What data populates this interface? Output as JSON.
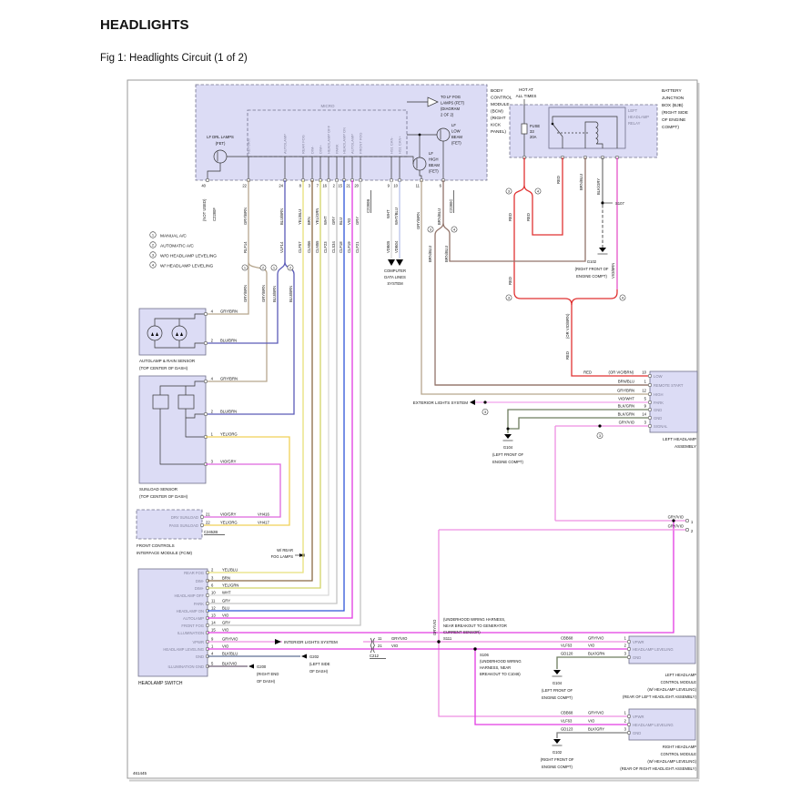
{
  "page": {
    "title": "HEADLIGHTS",
    "subtitle": "Fig 1: Headlights Circuit (1 of 2)",
    "diagram_id": "461445"
  },
  "colors": {
    "red": "#e03232",
    "gry_brn": "#b6a68e",
    "blu_brn": "#5b5bb8",
    "yel_blu": "#e8e07a",
    "brn": "#8a6a45",
    "yel_grn": "#d2d468",
    "wht": "#d9d9d9",
    "gry": "#c3c3c3",
    "blu": "#2f55d8",
    "vio": "#e23ae2",
    "gry_vio": "#ee8fe2",
    "wht_blu": "#b9c2ea",
    "brn_blu": "#92746a",
    "blk_gry": "#7d7d7d",
    "vio_brn": "#e455c8",
    "blk_grn": "#6e7d5f",
    "blk_blu": "#5f6f94",
    "blk_vio": "#6f5f75",
    "vio_wht": "#f2a2ec",
    "yel_org": "#f0d157",
    "vio_gry": "#dd66dd",
    "component_fill": "#dcdcf5"
  },
  "legend": {
    "items": [
      {
        "n": "1",
        "label": "MANUAL A/C"
      },
      {
        "n": "2",
        "label": "AUTOMATIC A/C"
      },
      {
        "n": "3",
        "label": "W/O HEADLAMP LEVELING"
      },
      {
        "n": "4",
        "label": "W/ HEADLAMP LEVELING"
      }
    ]
  },
  "markers": {
    "m1": "1",
    "m2": "2",
    "m3": "3",
    "m4": "4"
  },
  "wn": {
    "grybrn": "GRY/BRN",
    "blubrn": "BLU/BRN",
    "yelblu": "YEL/BLU",
    "brn": "BRN",
    "yelgrn": "YEL/GRN",
    "wht": "WHT",
    "gry": "GRY",
    "blu": "BLU",
    "vio": "VIO",
    "gryvio": "GRY/VIO",
    "whtblu": "WHT/BLU",
    "brnblu": "BRN/BLU",
    "blkgry": "BLK/GRY",
    "viobrn": "VIO/BRN",
    "red": "RED",
    "or_viobrn": "(OR VIO/BRN)",
    "notused": "(NOT USED)"
  },
  "circuits": {
    "rlf14": "RLF14",
    "vlf14": "VLF14",
    "clf57": "CLF57",
    "clm56": "CLM56",
    "clm55": "CLM55",
    "clf23": "CLF23",
    "cls34": "CLS34",
    "clf18": "CLF18",
    "clf19": "CLF19",
    "clf21": "CLF21",
    "vdb05": "VDB05",
    "vdb04": "VDB04"
  },
  "connectors": {
    "c2280f": "C2280F",
    "c2280b": "C2280B",
    "c2280c": "C2280C",
    "c2452b": "C2452B",
    "c212": "C212"
  },
  "bcm": {
    "name": [
      "BODY",
      "CONTROL",
      "MODULE",
      "(BCM)",
      "(RIGHT",
      "KICK",
      "PANEL)"
    ],
    "micro": "MICRO",
    "drl": [
      "LF DRL LAMPS",
      "(FET)"
    ],
    "fog": [
      "TO LF FOG",
      "LAMPS (FET)",
      "(DIAGRAM",
      "2 OF 2)"
    ],
    "low": [
      "LF",
      "LOW",
      "BEAM",
      "(FET)"
    ],
    "high": [
      "LF",
      "HIGH",
      "BEAM",
      "(FET)"
    ],
    "micro_pins": [
      "RETURN",
      "AUTOLAMP",
      "REAR FOG",
      "DIM-",
      "DIM+",
      "HEADLAMP OFF",
      "PARK",
      "HEADLAMP ON",
      "AUTOLAMP",
      "FRONT FOG",
      "HS1 CAN-",
      "HS1 CAN+"
    ],
    "pin_nums": [
      "40",
      "22",
      "24",
      "8",
      "3",
      "7",
      "16",
      "2",
      "15",
      "21",
      "20",
      "9",
      "10",
      "11",
      "6"
    ]
  },
  "bjb": {
    "hot": [
      "HOT AT",
      "ALL TIMES"
    ],
    "fuse": [
      "FUSE",
      "33",
      "20A"
    ],
    "relay": [
      "LEFT",
      "HEADLAMP",
      "RELAY"
    ],
    "name": [
      "BATTERY",
      "JUNCTION",
      "BOX (BJB)",
      "(RIGHT SIDE",
      "OF ENGINE",
      "COMPT)"
    ]
  },
  "splices": {
    "s107": "S107",
    "s111": "S111",
    "s106": "S106",
    "s111_note": [
      "(UNDERHOOD WIRING HARNESS,",
      "NEAR BREAKOUT TO GENERATOR",
      "CURRENT SENSOR)"
    ],
    "s106_note": [
      "(UNDERHOOD WIRING",
      "HARNESS, NEAR",
      "BREAKOUT TO C1046)"
    ]
  },
  "grounds": {
    "g102": [
      "G102",
      "(RIGHT FRONT OF",
      "ENGINE COMPT)"
    ],
    "g104": [
      "G104",
      "(LEFT FRONT OF",
      "ENGINE COMPT)"
    ],
    "g200": [
      "G200",
      "(RIGHT END",
      "OF DASH)"
    ],
    "g202": [
      "G202",
      "(LEFT SIDE",
      "OF DASH)"
    ]
  },
  "systems": {
    "computer": [
      "COMPUTER",
      "DATA LINES",
      "SYSTEM"
    ],
    "interior": "INTERIOR LIGHTS SYSTEM",
    "exterior": "EXTERIOR LIGHTS SYSTEM",
    "rear_fog": [
      "W/ REAR",
      "FOG LAMPS"
    ]
  },
  "rain": {
    "name": [
      "AUTOLAMP & RAIN SENSOR",
      "(TOP CENTER OF DASH)"
    ],
    "pins": [
      {
        "num": "4",
        "color": "GRY/BRN"
      },
      {
        "num": "2",
        "color": "BLU/BRN"
      }
    ]
  },
  "sunload": {
    "name": [
      "SUNLOAD SENSOR",
      "(TOP CENTER OF DASH)"
    ],
    "pins": [
      {
        "num": "4",
        "color": "GRY/BRN"
      },
      {
        "num": "2",
        "color": "BLU/BRN"
      },
      {
        "num": "1",
        "color": "YEL/ORG"
      },
      {
        "num": "3",
        "color": "VIO/GRY"
      }
    ]
  },
  "fcim": {
    "rows": [
      {
        "label": "DRV SUNLOAD",
        "num": "21",
        "color": "VIO/GRY",
        "circuit": "VH416"
      },
      {
        "label": "PASS SUNLOAD",
        "num": "22",
        "color": "YEL/ORG",
        "circuit": "VH417"
      }
    ],
    "name": [
      "FRONT CONTROLS",
      "INTERFACE MODULE (FCIM)"
    ]
  },
  "hswitch": {
    "rows": [
      {
        "label": "REAR FOG",
        "num": "2",
        "color": "YEL/BLU"
      },
      {
        "label": "DIM-",
        "num": "3",
        "color": "BRN"
      },
      {
        "label": "DIM+",
        "num": "6",
        "color": "YEL/GRN"
      },
      {
        "label": "HEADLAMP OFF",
        "num": "10",
        "color": "WHT"
      },
      {
        "label": "PARK",
        "num": "11",
        "color": "GRY"
      },
      {
        "label": "HEADLAMP ON",
        "num": "12",
        "color": "BLU"
      },
      {
        "label": "AUTOLAMP",
        "num": "13",
        "color": "VIO"
      },
      {
        "label": "FRONT FOG",
        "num": "14",
        "color": "GRY"
      },
      {
        "label": "ILLUMINATION",
        "num": "15",
        "color": "VIO"
      },
      {
        "label": "VPWR",
        "num": "9",
        "color": "GRY/VIO"
      },
      {
        "label": "HEADLAMP LEVELING",
        "num": "1",
        "color": "VIO"
      },
      {
        "label": "GND",
        "num": "4",
        "color": "BLK/BLU"
      },
      {
        "label": "ILLUMINATION GND",
        "num": "5",
        "color": "BLK/VIO"
      }
    ],
    "name": "HEADLAMP SWITCH"
  },
  "c212": {
    "p1": {
      "num": "11",
      "color": "GRY/VIO"
    },
    "p2": {
      "num": "21",
      "color": "VIO"
    }
  },
  "assembly": {
    "rows": [
      {
        "label": "LOW",
        "num": "10",
        "color": "RED"
      },
      {
        "label": "REMOTE START",
        "num": "1",
        "color": "BRN/BLU"
      },
      {
        "label": "HIGH",
        "num": "12",
        "color": "GRY/BRN"
      },
      {
        "label": "PARK",
        "num": "5",
        "color": "VIO/WHT"
      },
      {
        "label": "GND",
        "num": "9",
        "color": "BLK/GRN"
      },
      {
        "label": "GND",
        "num": "14",
        "color": "BLK/GRN"
      },
      {
        "label": "SIGNAL",
        "num": "3",
        "color": "GRY/VIO"
      }
    ],
    "extra": "(OR VIO/BRN)",
    "name": [
      "LEFT HEADLAMP",
      "ASSEMBLY"
    ]
  },
  "edge": {
    "rows": [
      {
        "color": "GRY/VIO",
        "num": "1"
      },
      {
        "color": "GRY/VIO",
        "num": "2"
      }
    ]
  },
  "lmod": {
    "rows": [
      {
        "circuit": "CBB68",
        "color": "GRY/VIO",
        "num": "1",
        "label": "VPWR"
      },
      {
        "circuit": "VLF63",
        "color": "VIO",
        "num": "2",
        "label": "HEADLAMP LEVELING"
      },
      {
        "circuit": "GD120",
        "color": "BLK/GRN",
        "num": "3",
        "label": "GND"
      }
    ],
    "name": [
      "LEFT HEADLAMP",
      "CONTROL MODULE",
      "(W/ HEADLAMP LEVELING)",
      "(REAR OF LEFT HEADLIGHT ASSEMBLY)"
    ]
  },
  "rmod": {
    "rows": [
      {
        "circuit": "CBB68",
        "color": "GRY/VIO",
        "num": "1",
        "label": "VPWR"
      },
      {
        "circuit": "VLF63",
        "color": "VIO",
        "num": "2",
        "label": "HEADLAMP LEVELING"
      },
      {
        "circuit": "GD123",
        "color": "BLK/GRY",
        "num": "3",
        "label": "GND"
      }
    ],
    "name": [
      "RIGHT HEADLAMP",
      "CONTROL MODULE",
      "(W/ HEADLAMP LEVELING)",
      "(REAR OF RIGHT HEADLIGHT ASSEMBLY)"
    ]
  }
}
